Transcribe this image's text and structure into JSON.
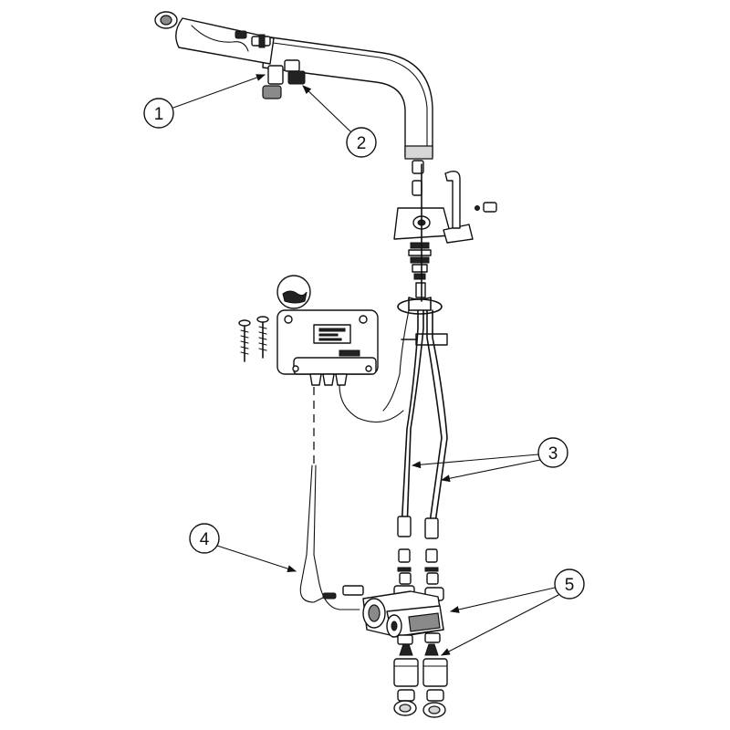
{
  "diagram": {
    "callouts": [
      {
        "id": "1",
        "label": "1"
      },
      {
        "id": "2",
        "label": "2"
      },
      {
        "id": "3",
        "label": "3"
      },
      {
        "id": "4",
        "label": "4"
      },
      {
        "id": "5",
        "label": "5"
      }
    ],
    "colors": {
      "line": "#111111",
      "background": "#ffffff",
      "shade": "#8a8a8a"
    }
  }
}
